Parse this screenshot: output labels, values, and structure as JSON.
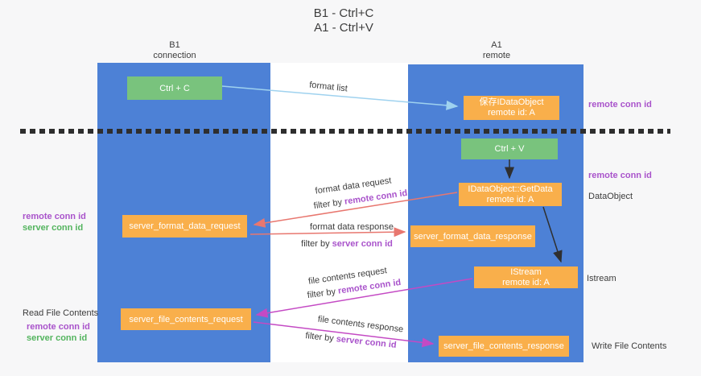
{
  "title": {
    "line1": "B1 - Ctrl+C",
    "line2": "A1 - Ctrl+V"
  },
  "columns": {
    "left": {
      "header_line1": "B1",
      "header_line2": "connection"
    },
    "right": {
      "header_line1": "A1",
      "header_line2": "remote"
    }
  },
  "nodes": {
    "ctrl_c": "Ctrl + C",
    "ctrl_v": "Ctrl + V",
    "save_dataobject": {
      "line1": "保存IDataObject",
      "line2": "remote id: A"
    },
    "getdata": {
      "line1": "IDataObject::GetData",
      "line2": "remote id: A"
    },
    "istream": {
      "line1": "IStream",
      "line2": "remote id: A"
    },
    "format_request": "server_format_data_request",
    "format_response": "server_format_data_response",
    "file_request": "server_file_contents_request",
    "file_response": "server_file_contents_response"
  },
  "flow_labels": {
    "format_list": "format list",
    "format_data_request": "format data request",
    "format_data_response": "format data response",
    "file_contents_request": "file contents request",
    "file_contents_response": "file contents response",
    "filter_by": "filter by ",
    "remote_conn_id": "remote conn id",
    "server_conn_id": "server conn id"
  },
  "side_labels": {
    "left_top": {
      "remote": "remote conn id",
      "server": "server conn id"
    },
    "read_file": "Read File Contents",
    "left_bottom": {
      "remote": "remote conn id",
      "server": "server conn id"
    },
    "right": {
      "remote_1": "remote conn id",
      "remote_2": "remote conn id",
      "dataobject": "DataObject",
      "istream": "Istream",
      "write_file": "Write File Contents"
    }
  },
  "colors": {
    "column_blue": "#4d81d6",
    "node_green": "#79c37d",
    "node_orange": "#f9af4b",
    "arrow_lightblue": "#9fd2ef",
    "arrow_salmon": "#e8776f",
    "arrow_magenta": "#c44ac4",
    "arrow_black": "#2f2f2f",
    "text_purple": "#a953cb",
    "text_green": "#53b45e"
  }
}
